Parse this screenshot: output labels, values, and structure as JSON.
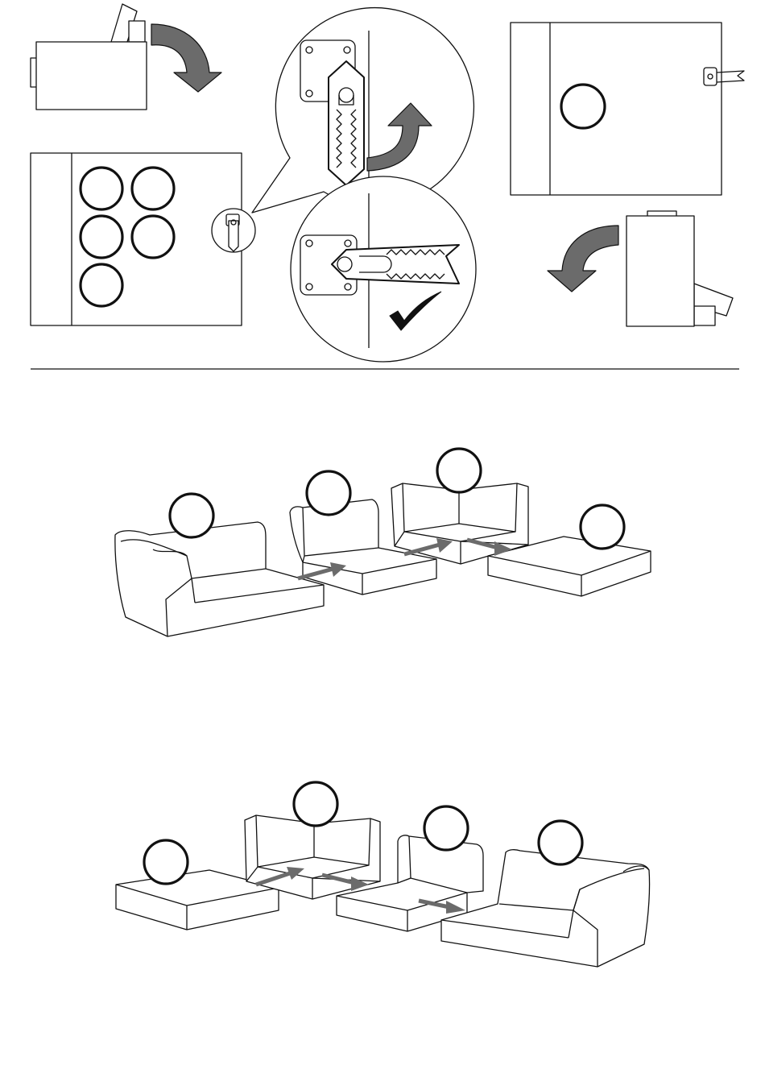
{
  "colors": {
    "line": "#111111",
    "arrow_fill": "#6b6b6b",
    "background": "#ffffff"
  },
  "steps": [
    {
      "id": "connector-detail",
      "icons": [
        "box-icon",
        "curved-arrow-icon",
        "package-callout-icon",
        "connector-bracket-icon",
        "check-icon"
      ],
      "numbered_circles": 6
    },
    {
      "id": "layout-1",
      "modules": [
        "corner-arm-module",
        "armless-module",
        "corner-module",
        "ottoman-module"
      ],
      "numbered_circles": 4,
      "push_arrows": 3
    },
    {
      "id": "layout-2",
      "modules": [
        "ottoman-module",
        "corner-module",
        "armless-module",
        "corner-arm-module"
      ],
      "numbered_circles": 4,
      "push_arrows": 3
    }
  ]
}
